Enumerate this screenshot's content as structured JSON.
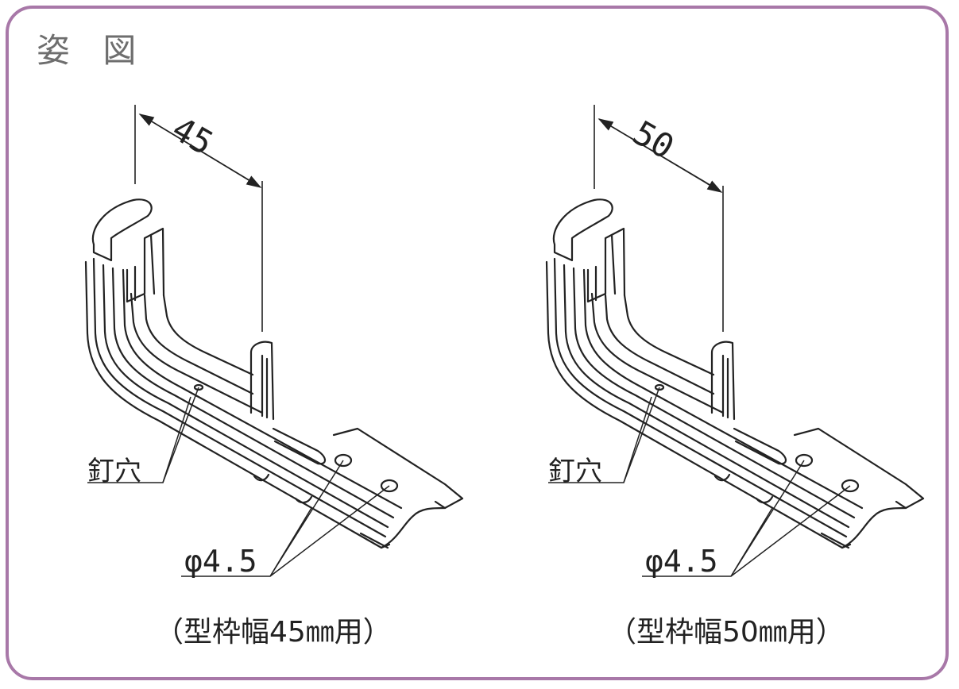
{
  "title": "姿 図",
  "figures": [
    {
      "dimension": "45",
      "nail_hole": "釘穴",
      "hole_dia": "φ4.5",
      "caption": "（型枠幅45㎜用）"
    },
    {
      "dimension": "50",
      "nail_hole": "釘穴",
      "hole_dia": "φ4.5",
      "caption": "（型枠幅50㎜用）"
    }
  ],
  "colors": {
    "border": "#a878a8",
    "line": "#222222",
    "title": "#6e6e6e"
  }
}
